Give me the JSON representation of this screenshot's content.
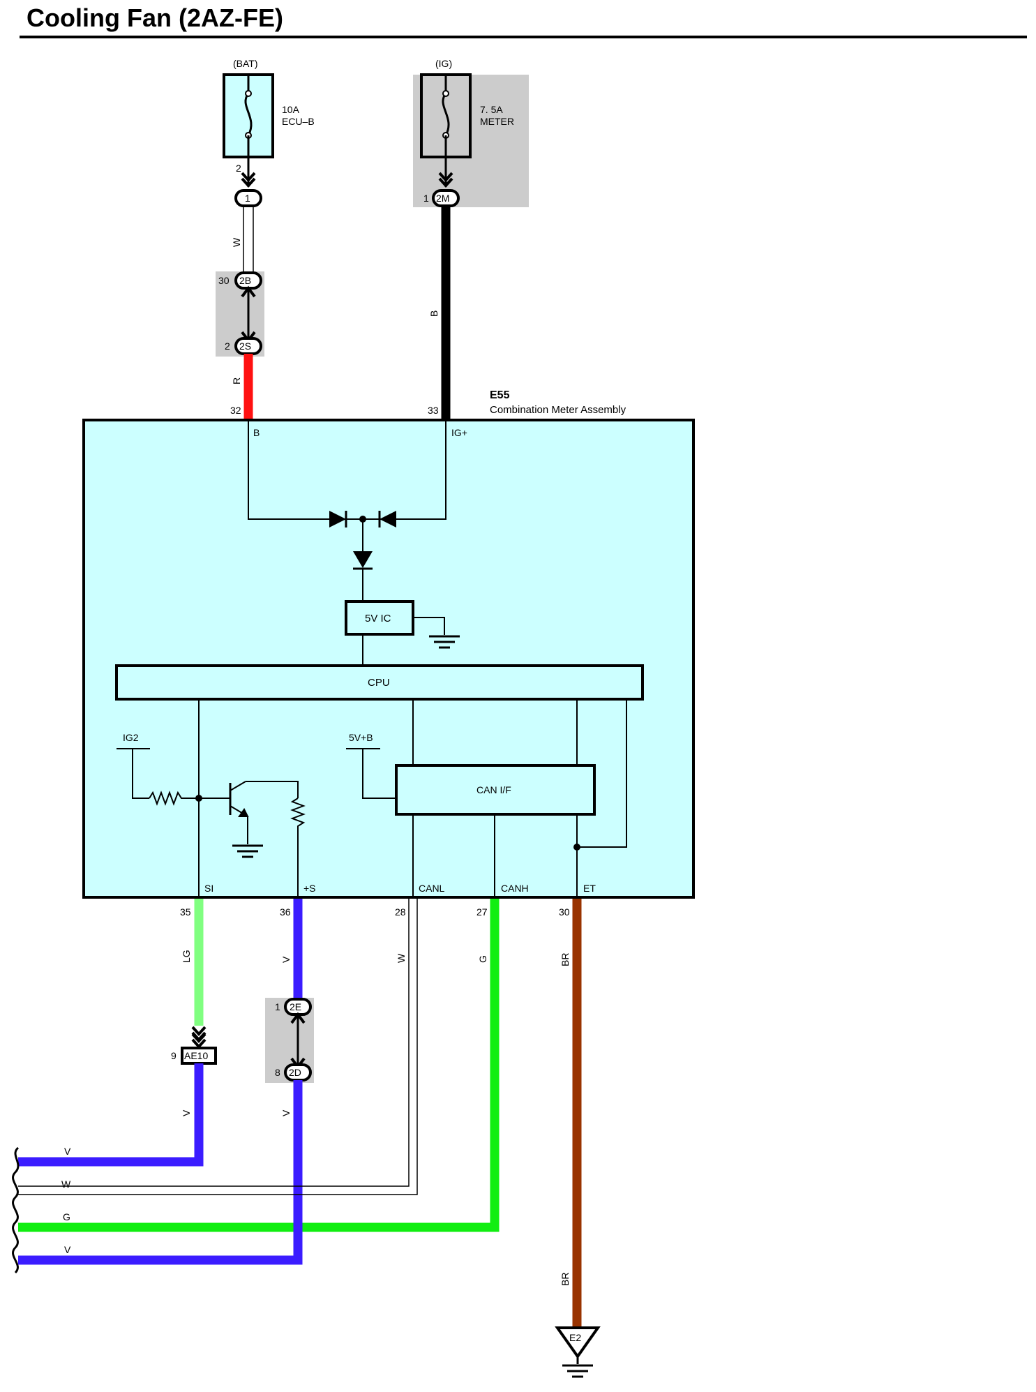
{
  "title": "Cooling Fan (2AZ-FE)",
  "fuses": [
    {
      "source": "(BAT)",
      "rating": "10A",
      "name": "ECU–B",
      "pin": "2"
    },
    {
      "source": "(IG)",
      "rating": "7. 5A",
      "name": "METER",
      "pin": "1"
    }
  ],
  "connectors": {
    "c1": "1",
    "c2M": "2M",
    "c2B": "2B",
    "c2B_pin": "30",
    "c2S": "2S",
    "c2S_pin": "2",
    "c2E": "2E",
    "c2E_pin": "1",
    "c2D": "2D",
    "c2D_pin": "8",
    "cAE10": "AE10",
    "cAE10_pin": "9"
  },
  "component": {
    "id": "E55",
    "name": "Combination Meter Assembly"
  },
  "pins_top": [
    {
      "num": "32",
      "label": "B"
    },
    {
      "num": "33",
      "label": "IG+"
    }
  ],
  "pins_bottom": [
    {
      "num": "35",
      "label": "SI"
    },
    {
      "num": "36",
      "label": "+S"
    },
    {
      "num": "28",
      "label": "CANL"
    },
    {
      "num": "27",
      "label": "CANH"
    },
    {
      "num": "30",
      "label": "ET"
    }
  ],
  "internal": {
    "ic": "5V IC",
    "cpu": "CPU",
    "can": "CAN I/F",
    "ig2": "IG2",
    "v5b": "5V+B"
  },
  "wire_colors": {
    "w1": "W",
    "w2": "R",
    "w3": "B",
    "w4": "LG",
    "w5": "V",
    "w6": "W",
    "w7": "G",
    "w8": "BR",
    "w9": "V",
    "w10": "V",
    "w11": "BR",
    "o1": "V",
    "o2": "W",
    "o3": "G",
    "o4": "V"
  },
  "ground": "E2",
  "colors": {
    "red": "#ff1111",
    "black": "#000000",
    "lightgreen": "#80ff80",
    "violet": "#3b1cff",
    "green": "#11ee11",
    "brown": "#993300",
    "cyan": "#ccffff",
    "gray": "#cccccc"
  }
}
